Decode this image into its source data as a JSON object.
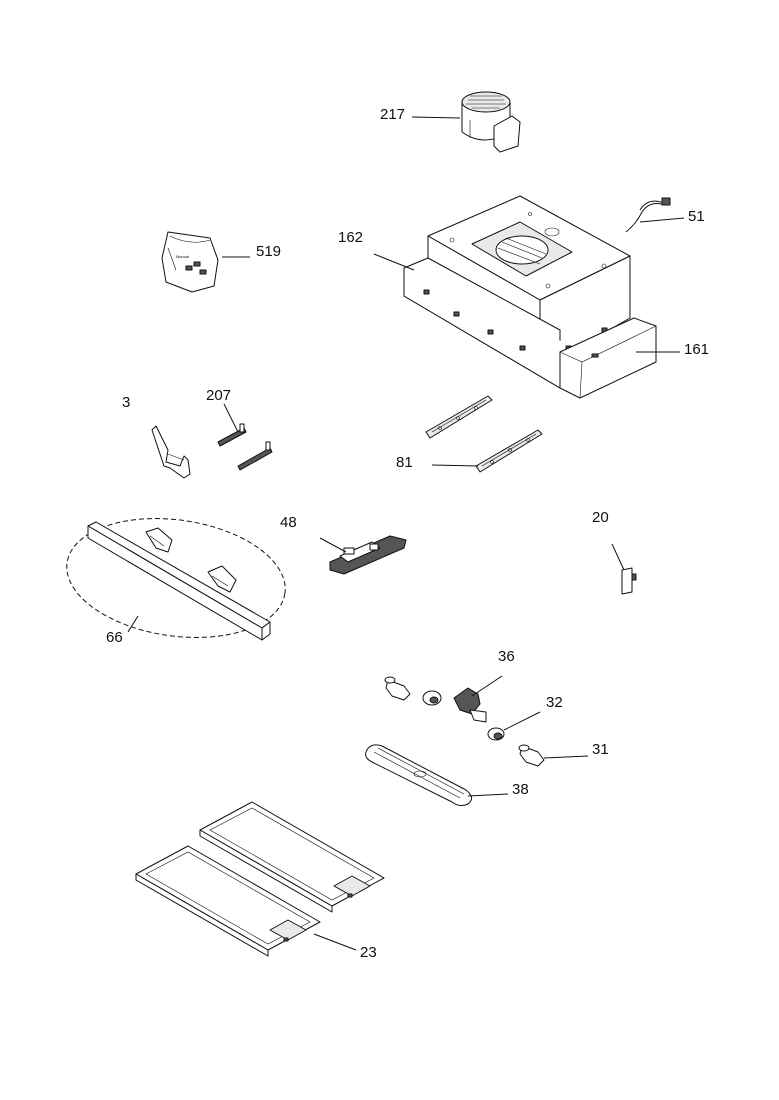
{
  "parts": [
    {
      "id": "p217",
      "label": "217",
      "name": "duct-collar"
    },
    {
      "id": "p51",
      "label": "51",
      "name": "power-cable"
    },
    {
      "id": "p519",
      "label": "519",
      "name": "accessory-bag"
    },
    {
      "id": "p162",
      "label": "162",
      "name": "hood-housing"
    },
    {
      "id": "p161",
      "label": "161",
      "name": "front-panel"
    },
    {
      "id": "p3",
      "label": "3",
      "name": "bracket"
    },
    {
      "id": "p207",
      "label": "207",
      "name": "clips"
    },
    {
      "id": "p81",
      "label": "81",
      "name": "slide-rails"
    },
    {
      "id": "p48",
      "label": "48",
      "name": "control-switch"
    },
    {
      "id": "p20",
      "label": "20",
      "name": "knob-clip"
    },
    {
      "id": "p66",
      "label": "66",
      "name": "trim-bar-kit"
    },
    {
      "id": "p36",
      "label": "36",
      "name": "lamp-holder"
    },
    {
      "id": "p32",
      "label": "32",
      "name": "lamp-socket"
    },
    {
      "id": "p31",
      "label": "31",
      "name": "bulb"
    },
    {
      "id": "p38",
      "label": "38",
      "name": "light-cover"
    },
    {
      "id": "p23",
      "label": "23",
      "name": "grease-filters"
    }
  ]
}
